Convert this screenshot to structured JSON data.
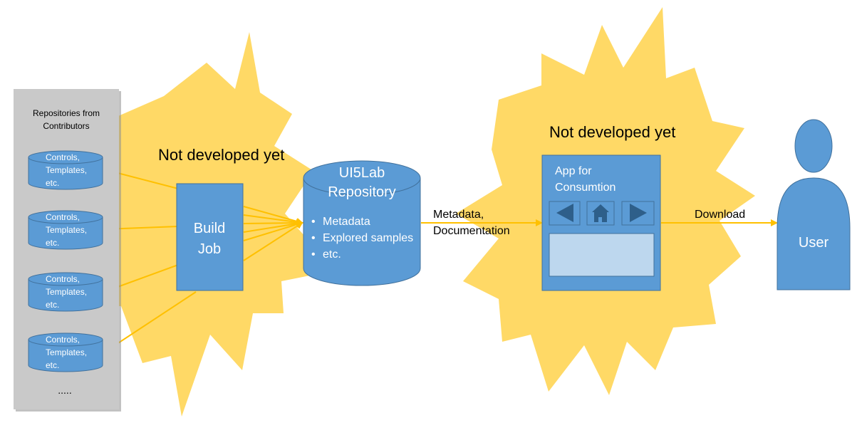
{
  "contributors": {
    "title_line1": "Repositories from",
    "title_line2": "Contributors",
    "items": [
      {
        "line1": "Controls,",
        "line2": "Templates,",
        "line3": "etc."
      },
      {
        "line1": "Controls,",
        "line2": "Templates,",
        "line3": "etc."
      },
      {
        "line1": "Controls,",
        "line2": "Templates,",
        "line3": "etc."
      },
      {
        "line1": "Controls,",
        "line2": "Templates,",
        "line3": "etc."
      }
    ],
    "more": "....."
  },
  "build_job": {
    "line1": "Build",
    "line2": "Job",
    "status": "Not developed yet"
  },
  "repository": {
    "title_line1": "UI5Lab",
    "title_line2": "Repository",
    "bullets": [
      "Metadata",
      "Explored samples",
      "etc."
    ]
  },
  "edge_repo_app": {
    "line1": "Metadata,",
    "line2": "Documentation"
  },
  "app": {
    "title_line1": "App for",
    "title_line2": "Consumtion",
    "status": "Not developed yet"
  },
  "edge_app_user": {
    "label": "Download"
  },
  "user": {
    "label": "User"
  },
  "colors": {
    "node_blue": "#5b9bd5",
    "node_border": "#41719c",
    "burst_yellow": "#ffd966",
    "arrow_orange": "#ffc000",
    "panel_gray": "#c9c9c9",
    "screen_light": "#bdd7ee"
  }
}
